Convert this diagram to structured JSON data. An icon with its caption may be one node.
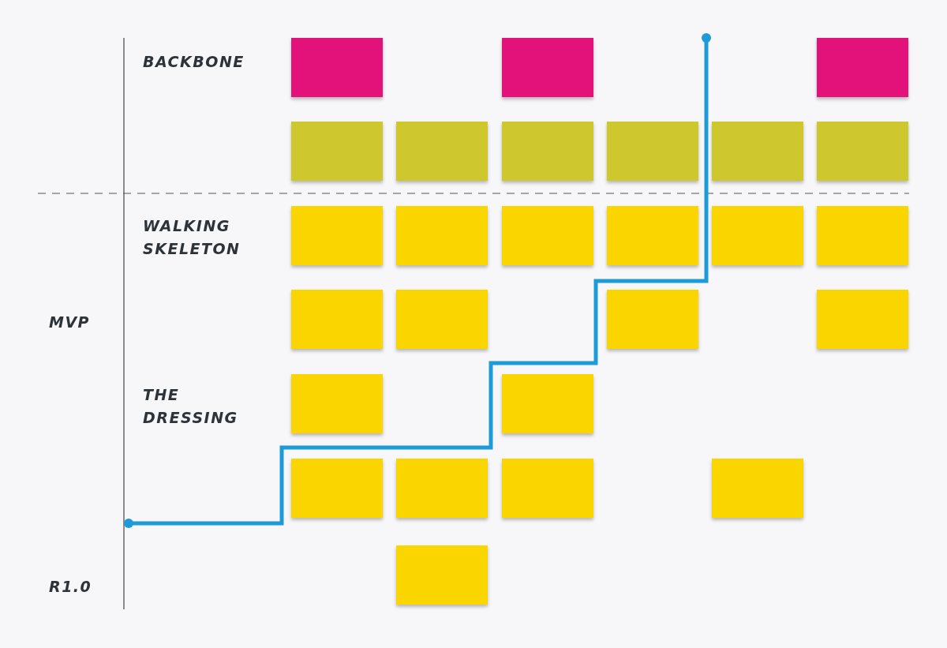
{
  "diagram": {
    "nodes": [
      {
        "text": [],
        "shape": "box"
      },
      {
        "text": [],
        "shape": "box"
      },
      {
        "text": [],
        "shape": "box"
      },
      {
        "text": [],
        "shape": "box"
      },
      {
        "text": [],
        "shape": "box"
      },
      {
        "text": [],
        "shape": "box"
      },
      {
        "text": [],
        "shape": "box"
      },
      {
        "text": [],
        "shape": "box"
      },
      {
        "text": [],
        "shape": "box"
      },
      {
        "text": [],
        "shape": "box"
      },
      {
        "text": [],
        "shape": "box"
      },
      {
        "text": [],
        "shape": "box"
      },
      {
        "text": [],
        "shape": "box"
      },
      {
        "text": [],
        "shape": "box"
      },
      {
        "text": [],
        "shape": "box"
      },
      {
        "text": [],
        "shape": "box"
      },
      {
        "text": [],
        "shape": "box"
      },
      {
        "text": [],
        "shape": "box"
      },
      {
        "text": [],
        "shape": "box"
      },
      {
        "text": [],
        "shape": "box"
      },
      {
        "text": [],
        "shape": "box"
      },
      {
        "text": [],
        "shape": "box"
      },
      {
        "text": [],
        "shape": "box"
      },
      {
        "text": [],
        "shape": "box"
      },
      {
        "text": [],
        "shape": "box"
      },
      {
        "text": [],
        "shape": "box"
      }
    ],
    "labels": [
      "BACKBONE",
      "WALKING SKELETON",
      "MVP",
      "THE DRESSING",
      "R1.0"
    ]
  }
}
